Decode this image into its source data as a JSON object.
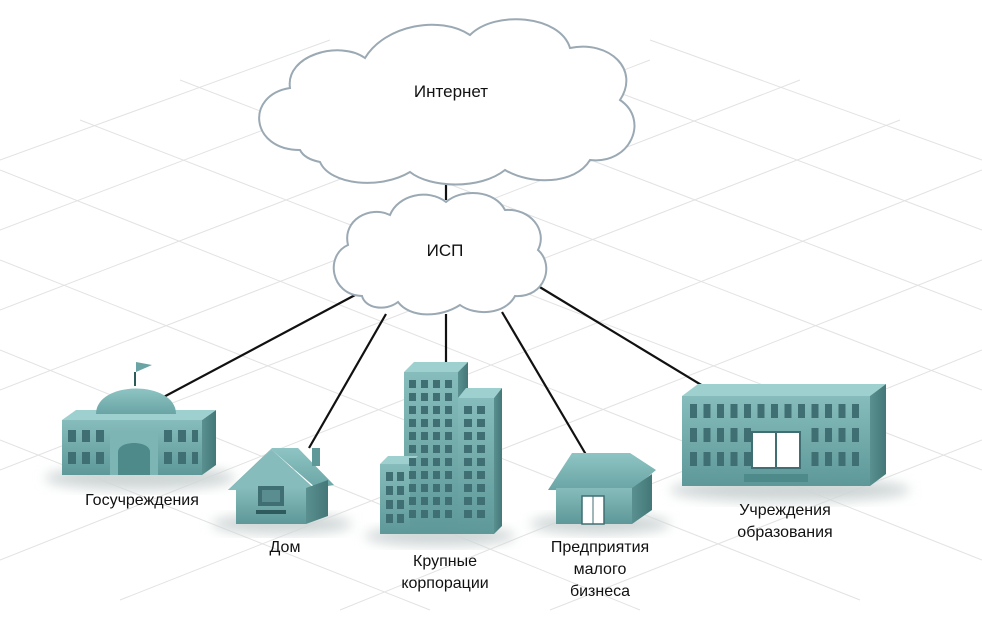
{
  "clouds": {
    "internet": "Интернет",
    "isp": "ИСП"
  },
  "nodes": {
    "government": "Госучреждения",
    "home": "Дом",
    "corporations": [
      "Крупные",
      "корпорации"
    ],
    "small_business": [
      "Предприятия",
      "малого",
      "бизнеса"
    ],
    "education": [
      "Учреждения",
      "образования"
    ]
  },
  "colors": {
    "building": "#6fa7a7",
    "building_dark": "#4f8a8a",
    "window": "#3f6f72",
    "cloud_fill": "#ffffff",
    "cloud_stroke": "#9aa9b3",
    "link": "#111111"
  }
}
